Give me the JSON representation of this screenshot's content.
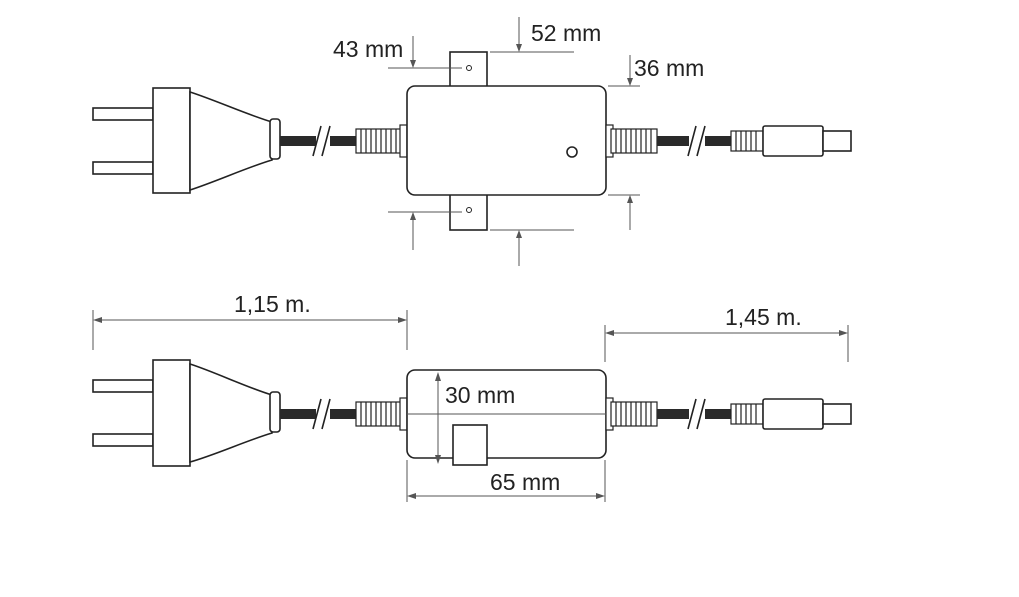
{
  "dimensions": {
    "mount_hole_offset": "43 mm",
    "mount_tab_spacing": "52 mm",
    "body_depth": "36 mm",
    "body_height": "30 mm",
    "body_length": "65 mm",
    "input_cable_length": "1,15 m.",
    "output_cable_length": "1,45 m."
  },
  "colors": {
    "line": "#222222",
    "dimension": "#555555",
    "background": "#ffffff"
  }
}
